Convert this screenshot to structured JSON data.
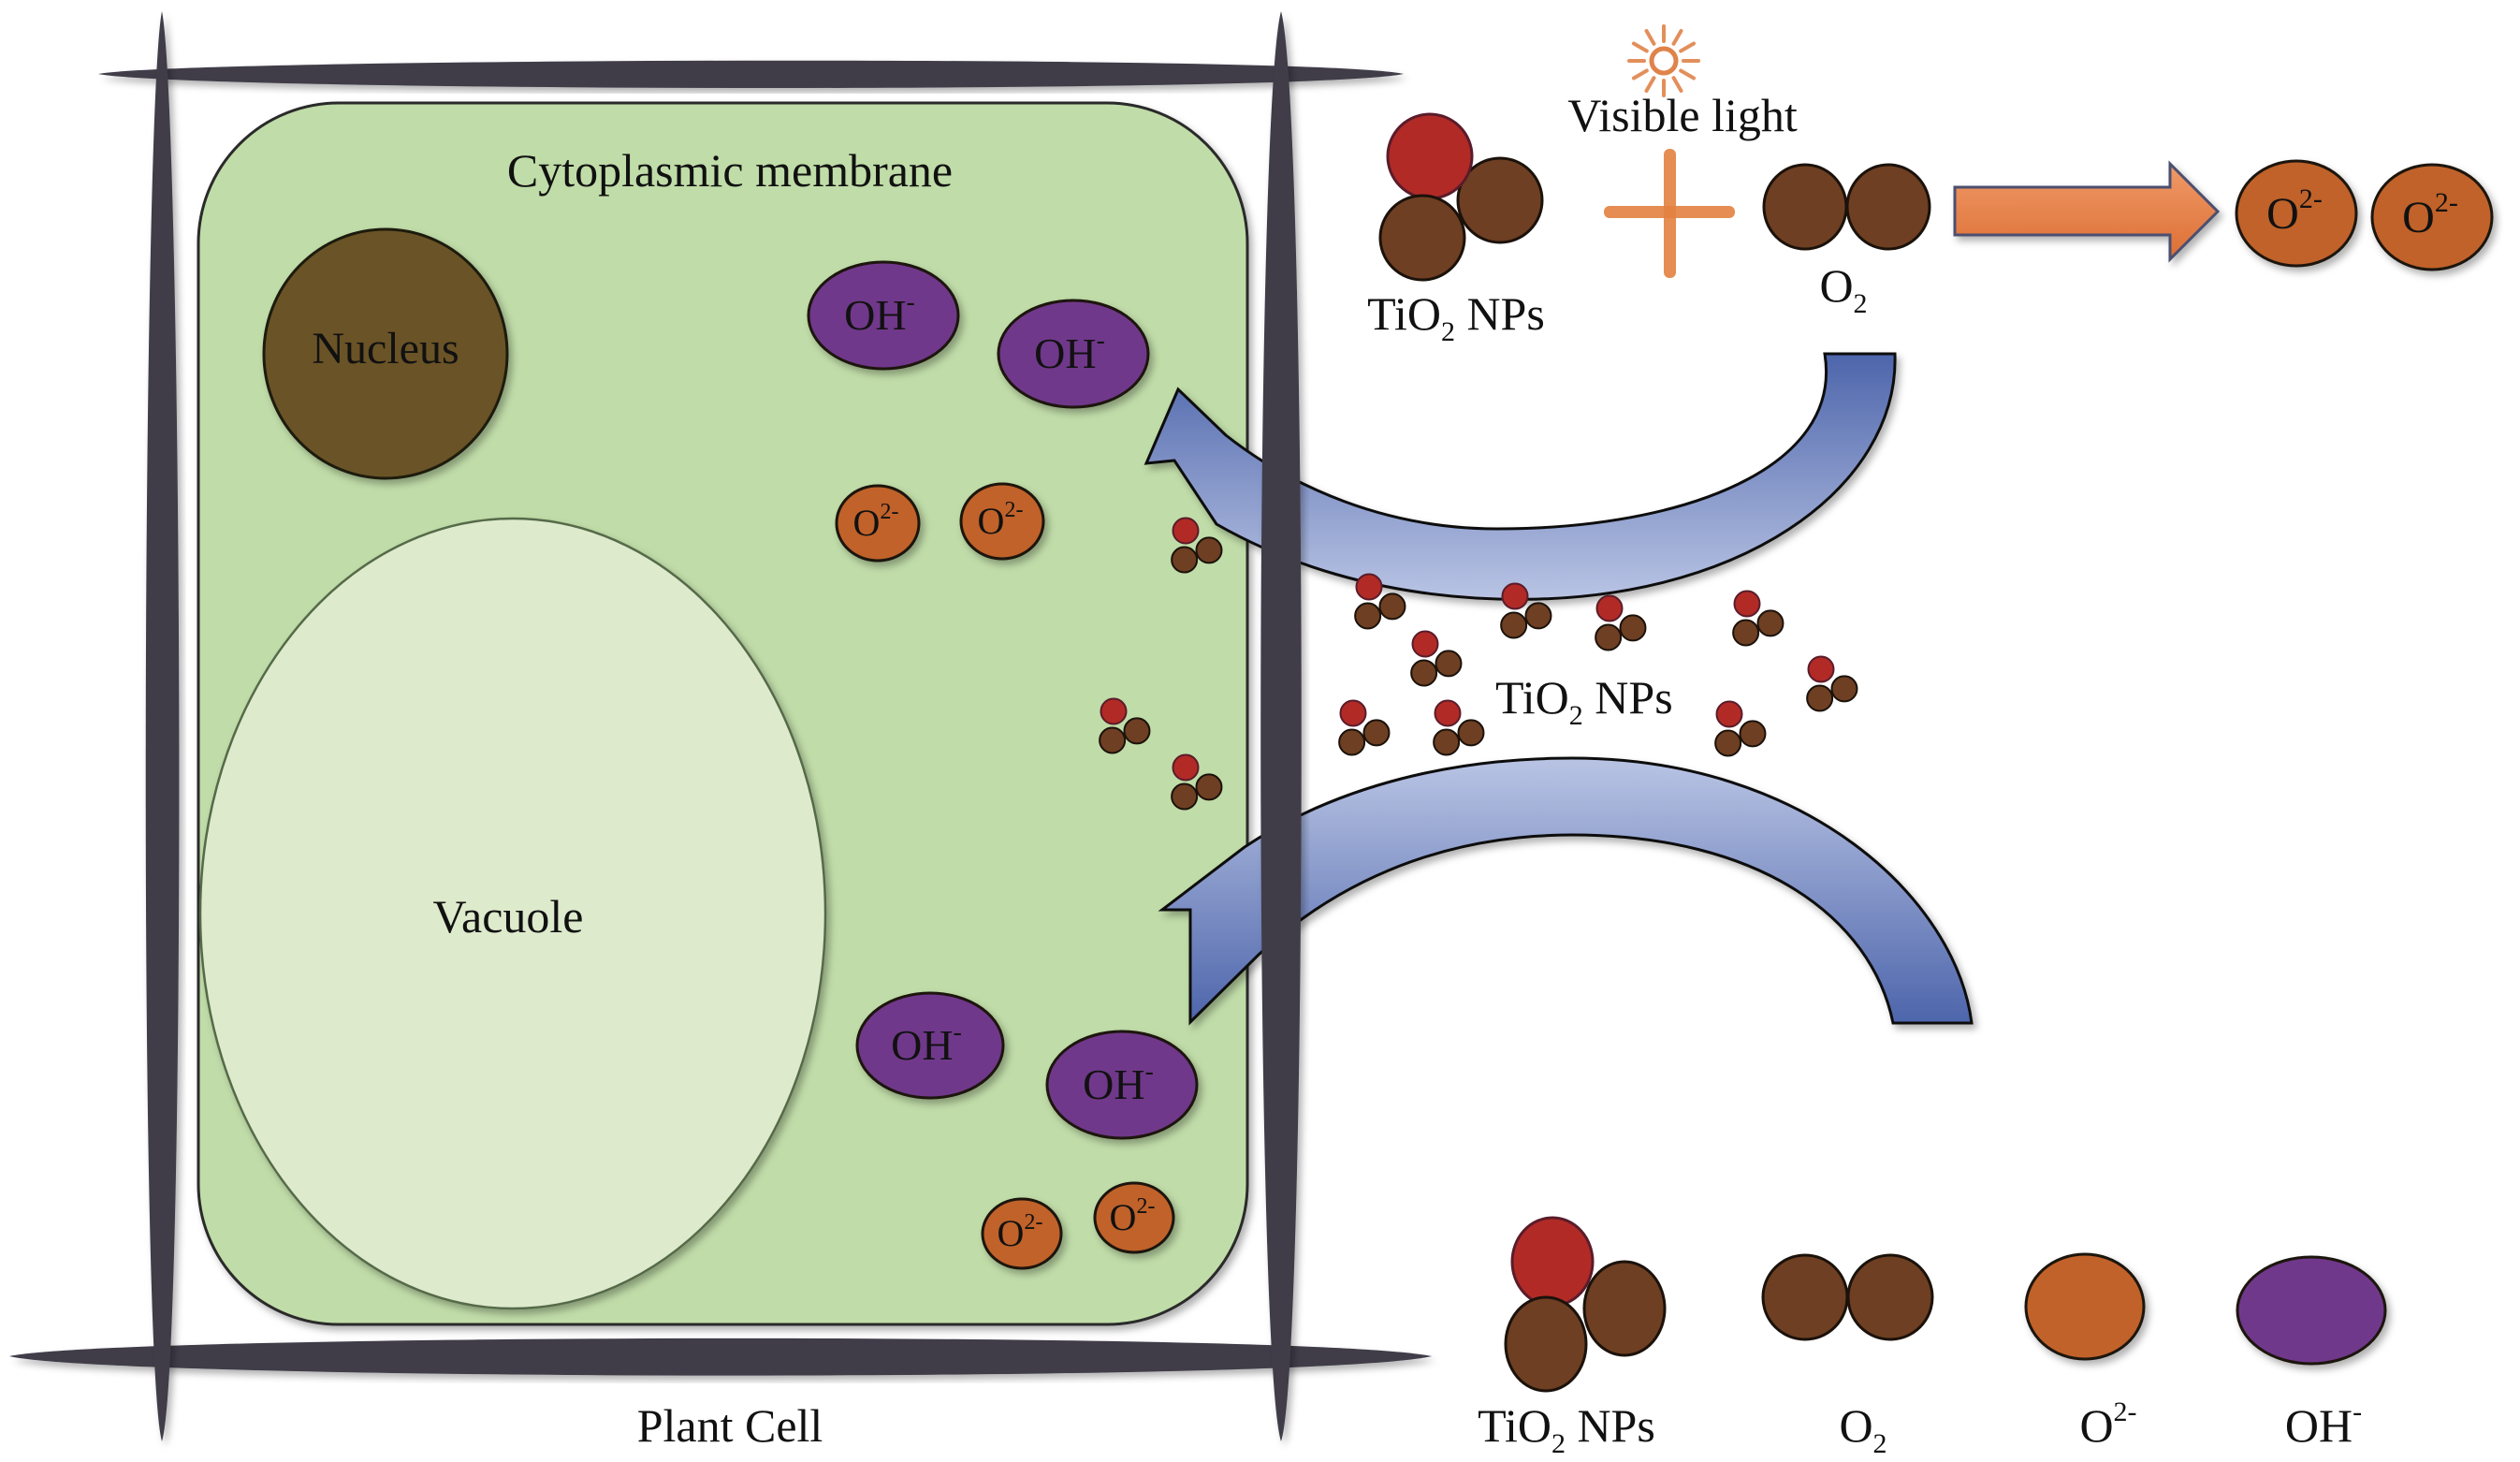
{
  "figure": {
    "title": "TiO2 nanoparticle photocatalytic ROS generation in a plant cell",
    "colors": {
      "cell_wall": "#403c48",
      "cytoplasm": "#c0dca8",
      "membrane_stroke": "#2a2a2a",
      "vacuole": "#ddeacb",
      "nucleus": "#6b5328",
      "hydroxyl": "#70378a",
      "superoxide": "#c0622a",
      "titanium_red": "#b22a26",
      "oxygen_brown": "#6e3f22",
      "blue_arrow_dark": "#4d65ab",
      "blue_arrow_light": "#b9c4e4",
      "orange_arrow": "#e2773d",
      "sun": "#e0834a"
    }
  },
  "cell": {
    "caption": "Plant Cell",
    "membrane_label": "Cytoplasmic membrane",
    "nucleus_label": "Nucleus",
    "vacuole_label": "Vacuole",
    "inside_species": [
      {
        "type": "OH",
        "base": "OH",
        "charge": "-"
      },
      {
        "type": "OH",
        "base": "OH",
        "charge": "-"
      },
      {
        "type": "O2m",
        "base": "O",
        "charge": "2-"
      },
      {
        "type": "O2m",
        "base": "O",
        "charge": "2-"
      },
      {
        "type": "OH",
        "base": "OH",
        "charge": "-"
      },
      {
        "type": "OH",
        "base": "OH",
        "charge": "-"
      },
      {
        "type": "O2m",
        "base": "O",
        "charge": "2-"
      },
      {
        "type": "O2m",
        "base": "O",
        "charge": "2-"
      }
    ]
  },
  "reaction": {
    "light_label": "Visible light",
    "light_icon": "sun-icon",
    "reactant1": {
      "base": "TiO",
      "sub": "2",
      "suffix": " NPs"
    },
    "operator": "+",
    "reactant2": {
      "base": "O",
      "sub": "2"
    },
    "arrow": "right-arrow",
    "products": [
      {
        "base": "O",
        "charge": "2-"
      },
      {
        "base": "O",
        "charge": "2-"
      }
    ]
  },
  "nanoparticles": {
    "label": {
      "base": "TiO",
      "sub": "2",
      "suffix": " NPs"
    },
    "count_inside_cell": 3,
    "count_outside_cell": 9
  },
  "flow_arrows": [
    {
      "name": "uptake-arrow-upper",
      "direction": "into cell, toward OH- region"
    },
    {
      "name": "uptake-arrow-lower",
      "direction": "into cell, toward lower OH- region"
    }
  ],
  "legend": {
    "items": [
      {
        "key": "tio2",
        "base": "TiO",
        "sub": "2",
        "suffix": " NPs"
      },
      {
        "key": "o2",
        "base": "O",
        "sub": "2",
        "suffix": ""
      },
      {
        "key": "superoxide",
        "base": "O",
        "sup": "2-"
      },
      {
        "key": "hydroxyl",
        "base": "OH",
        "sup": "-"
      }
    ]
  }
}
